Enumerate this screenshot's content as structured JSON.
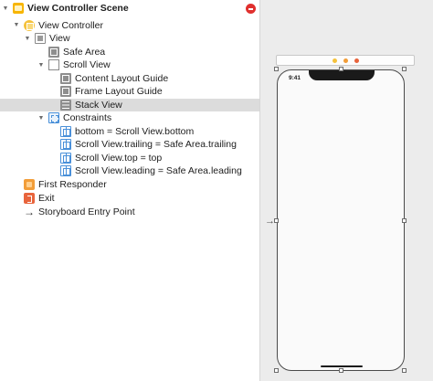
{
  "outline": {
    "rows": [
      {
        "label": "View Controller Scene",
        "icon": "scene-icon",
        "disc": "▼",
        "bold": true
      },
      {
        "label": "View Controller",
        "icon": "view-controller-icon",
        "disc": "▼"
      },
      {
        "label": "View",
        "icon": "view-icon",
        "disc": "▼"
      },
      {
        "label": "Safe Area",
        "icon": "layout-guide-icon",
        "disc": ""
      },
      {
        "label": "Scroll View",
        "icon": "scroll-view-icon",
        "disc": "▼"
      },
      {
        "label": "Content Layout Guide",
        "icon": "layout-guide-icon",
        "disc": ""
      },
      {
        "label": "Frame Layout Guide",
        "icon": "layout-guide-icon",
        "disc": ""
      },
      {
        "label": "Stack View",
        "icon": "stack-view-icon",
        "disc": "",
        "selected": true
      },
      {
        "label": "Constraints",
        "icon": "constraints-icon",
        "disc": "▼"
      },
      {
        "label": "bottom = Scroll View.bottom",
        "icon": "constraint-icon",
        "disc": ""
      },
      {
        "label": "Scroll View.trailing = Safe Area.trailing",
        "icon": "constraint-icon",
        "disc": ""
      },
      {
        "label": "Scroll View.top = top",
        "icon": "constraint-icon",
        "disc": ""
      },
      {
        "label": "Scroll View.leading = Safe Area.leading",
        "icon": "constraint-icon",
        "disc": ""
      },
      {
        "label": "First Responder",
        "icon": "first-responder-icon",
        "disc": ""
      },
      {
        "label": "Exit",
        "icon": "exit-icon",
        "disc": ""
      },
      {
        "label": "Storyboard Entry Point",
        "icon": "arrow-right-icon",
        "disc": ""
      }
    ]
  },
  "canvas": {
    "status_time": "9:41"
  },
  "colors": {
    "accent_blue": "#4a90d9",
    "scene_yellow": "#f7b500",
    "warning_red": "#e0302e",
    "selection": "#dcdcdc"
  }
}
